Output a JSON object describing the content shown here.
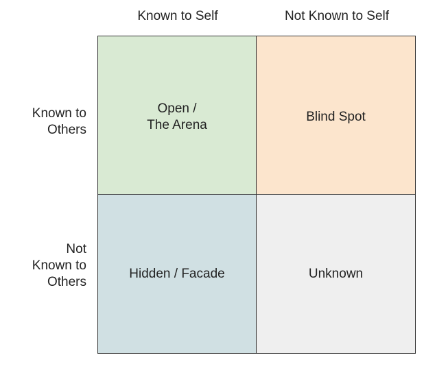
{
  "columns": [
    {
      "label": "Known to Self"
    },
    {
      "label": "Not Known to Self"
    }
  ],
  "rows": [
    {
      "label": "Known to\nOthers"
    },
    {
      "label": "Not\nKnown to\nOthers"
    }
  ],
  "quadrants": [
    {
      "label": "Open /\nThe Arena",
      "color": "#d9ead3"
    },
    {
      "label": "Blind Spot",
      "color": "#fce5cd"
    },
    {
      "label": "Hidden / Facade",
      "color": "#d0e0e3"
    },
    {
      "label": "Unknown",
      "color": "#efefef"
    }
  ]
}
